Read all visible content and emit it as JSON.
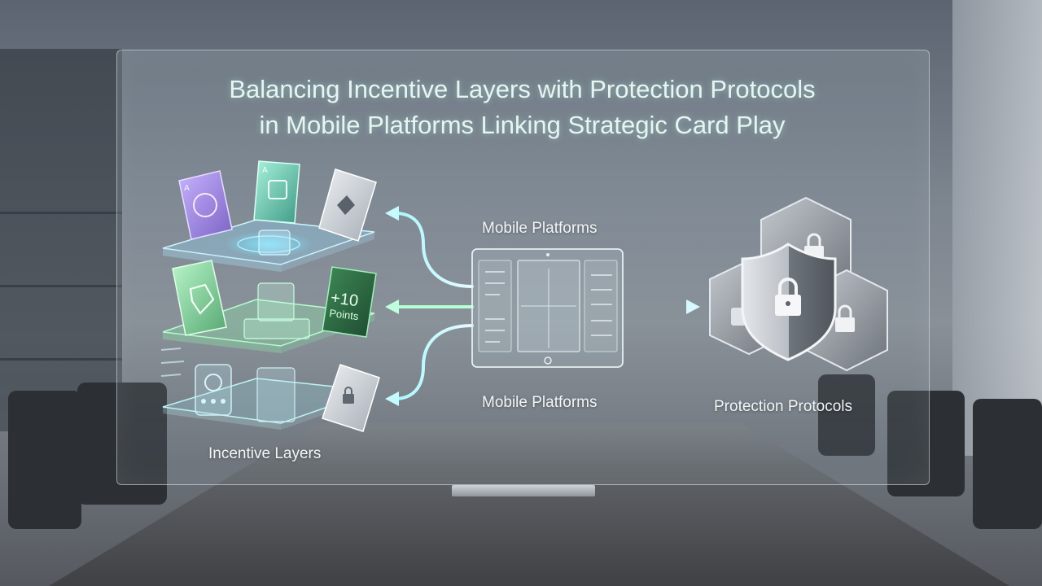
{
  "title": {
    "line1": "Balancing Incentive Layers with Protection Protocols",
    "line2": "in Mobile Platforms Linking Strategic Card Play"
  },
  "labels": {
    "mobile_top": "Mobile Platforms",
    "mobile_bottom": "Mobile Platforms",
    "incentive": "Incentive Layers",
    "protection": "Protection Protocols"
  },
  "card_badge": {
    "value": "+10",
    "unit": "Points"
  },
  "colors": {
    "accent_green": "#7ff0b4",
    "accent_teal": "#8fe3ea",
    "accent_purple": "#b49bf0",
    "shield_gray": "#9aa0a6"
  },
  "icons": [
    "diamond-icon",
    "shield-check-icon",
    "lock-icon",
    "tablet-icon",
    "arrow-icon"
  ]
}
